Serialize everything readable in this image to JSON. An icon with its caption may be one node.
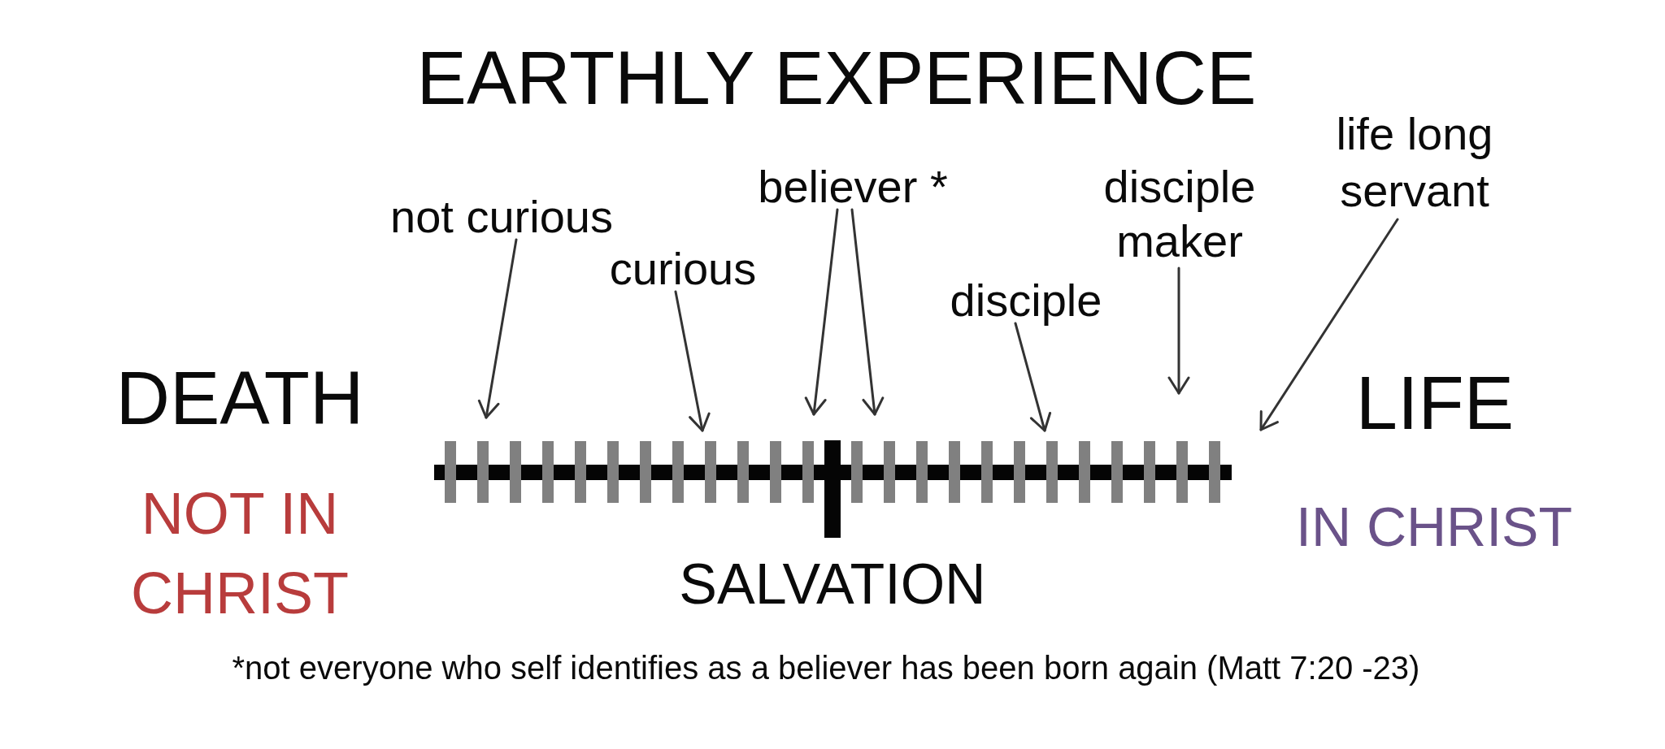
{
  "diagram": {
    "title": "EARTHLY EXPERIENCE",
    "nodes": [
      {
        "text": [
          "not curious"
        ]
      },
      {
        "text": [
          "curious"
        ]
      },
      {
        "text": [
          "believer *"
        ]
      },
      {
        "text": [
          "disciple"
        ]
      },
      {
        "text": [
          "disciple maker"
        ]
      },
      {
        "text": [
          "life long servant"
        ]
      }
    ],
    "edges": [
      {
        "from": 0,
        "to": null,
        "arrow": "to"
      },
      {
        "from": 1,
        "to": null,
        "arrow": "to"
      },
      {
        "from": 2,
        "to": null,
        "arrow": "to"
      },
      {
        "from": 2,
        "to": null,
        "arrow": "to"
      },
      {
        "from": 3,
        "to": null,
        "arrow": "to"
      },
      {
        "from": 4,
        "to": null,
        "arrow": "to"
      },
      {
        "from": 5,
        "to": null,
        "arrow": "to"
      }
    ],
    "labels": [
      "DEATH",
      "LIFE",
      "NOT IN CHRIST",
      "IN CHRIST",
      "SALVATION",
      "*not everyone who self identifies as a believer has been born again (Matt 7:20 -23)"
    ]
  }
}
